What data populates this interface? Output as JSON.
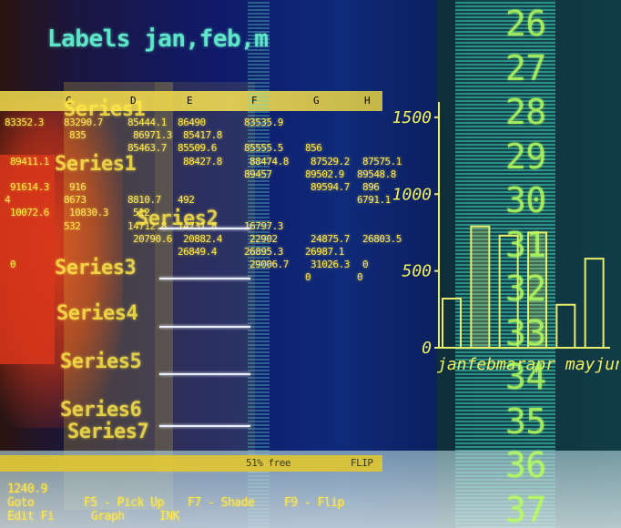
{
  "header": {
    "label_command": "Labels  jan,feb,m"
  },
  "column_letters": [
    "C",
    "D",
    "E",
    "F",
    "G",
    "H"
  ],
  "series_labels": [
    "Series1",
    "Series1",
    "Series2",
    "Series3",
    "Series4",
    "Series5",
    "Series6",
    "Series7"
  ],
  "left_numbers": [
    "83352.3",
    "83290.7",
    "85444.1",
    "86490",
    "83535.9",
    "835",
    "86971.3",
    "85417.8",
    "85463.7",
    "85509.6",
    "85555.5",
    "856",
    "88427.8",
    "88474.8",
    "87529.2",
    "87575.1",
    "89411.1",
    "89457",
    "89502.9",
    "89548.8",
    "89594.7",
    "896",
    "91614.3",
    "916",
    "6791.1",
    "4",
    "8673",
    "8810.7",
    "492",
    "10072.6",
    "10830.3",
    "512",
    "532",
    "14712.8",
    "14731.8",
    "16797.3",
    "20790.6",
    "20882.4",
    "22902",
    "24875.7",
    "26803.5",
    "26849.4",
    "26895.3",
    "26987.1",
    "29006.7",
    "31026.3",
    "0",
    "0",
    "0",
    "0"
  ],
  "status": {
    "free": "51% free",
    "flip": "FLIP"
  },
  "function_keys": {
    "goto": "Goto",
    "cell": "1240.9",
    "f5": "F5 - Pick Up",
    "f7": "F7 - Shade",
    "f9": "F9 - Flip",
    "edit": "Edit Fi",
    "graph": "Graph",
    "link": "INK"
  },
  "chart_data": {
    "type": "bar",
    "categories": [
      "jan",
      "feb",
      "mar",
      "apr",
      "may",
      "jun"
    ],
    "x_label_text": "janfebmarapr mayjun",
    "yticks": [
      0,
      500,
      1000,
      1500
    ],
    "ylim": [
      0,
      1600
    ],
    "values": [
      320,
      790,
      730,
      750,
      280,
      580
    ]
  },
  "row_numbers": [
    "26",
    "27",
    "28",
    "29",
    "30",
    "31",
    "32",
    "33",
    "34",
    "35",
    "36",
    "37"
  ],
  "colors": {
    "yellow": "#ffe84a",
    "cyan": "#5fe6c8",
    "orange": "#e8401a",
    "blue": "#101a6a"
  }
}
